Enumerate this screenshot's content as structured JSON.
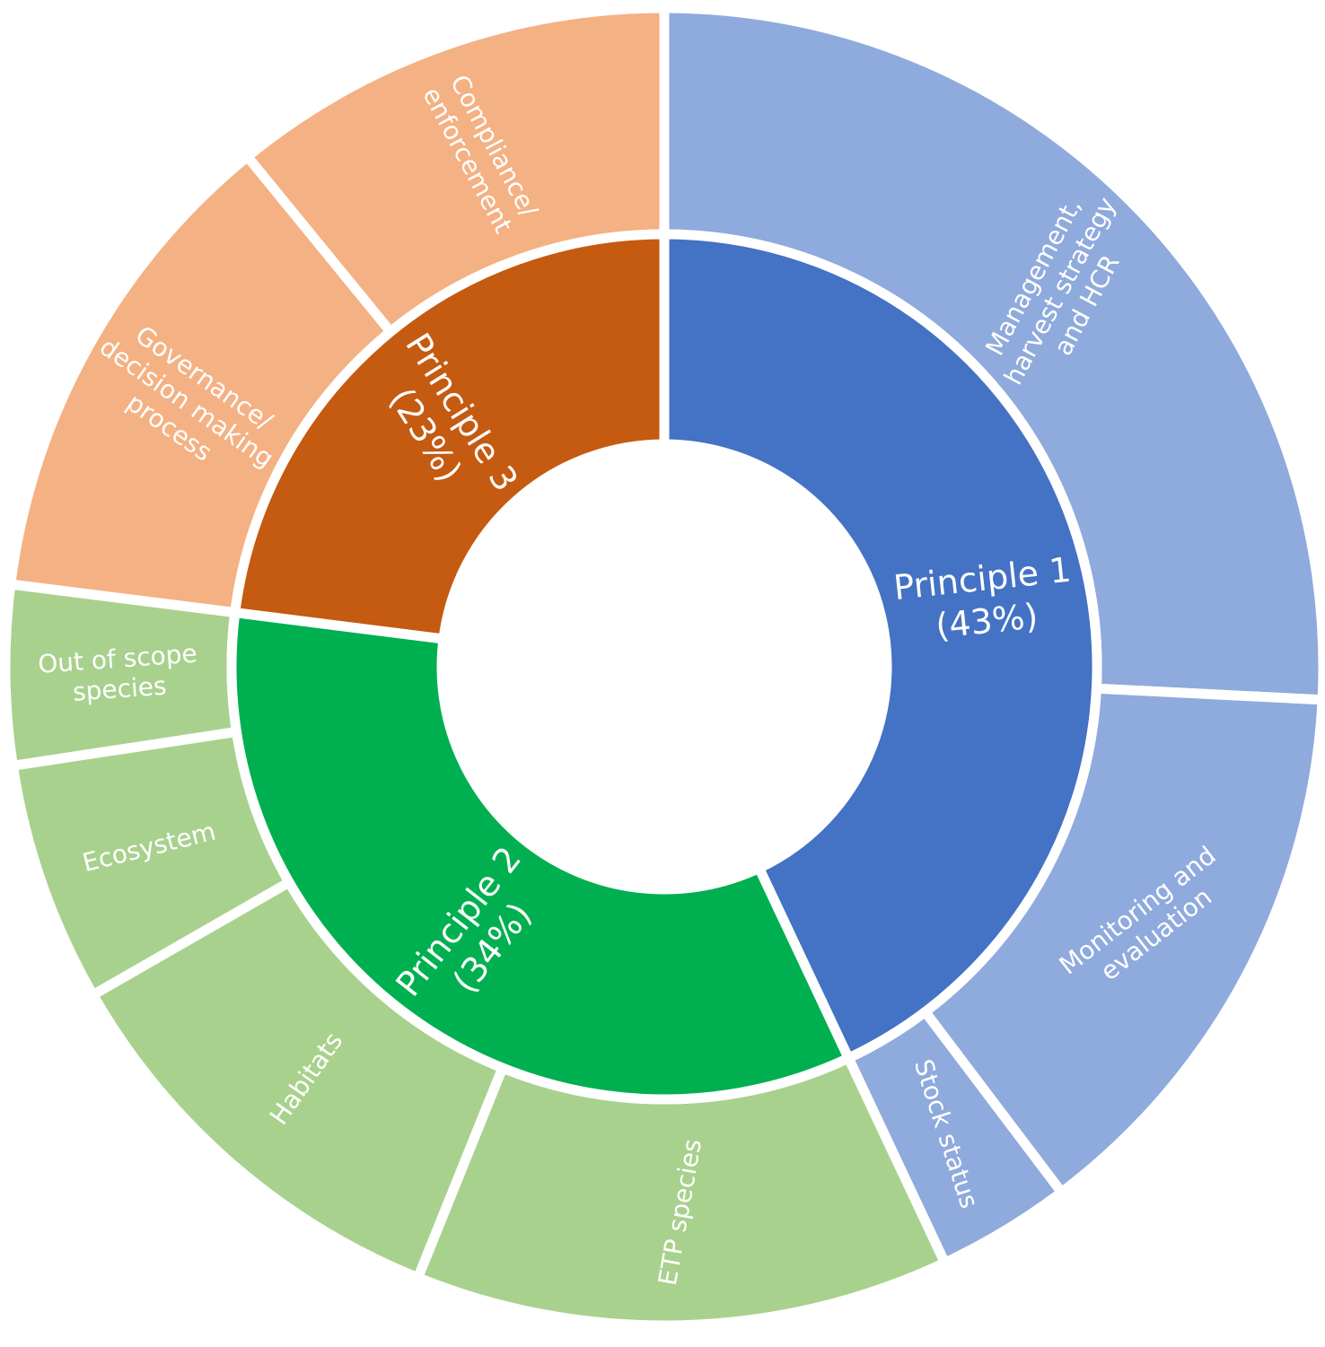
{
  "chart_data": {
    "type": "sunburst",
    "title": "",
    "colors": {
      "principle_1": "#4472c4",
      "principle_1_light": "#8faadc",
      "principle_2": "#00b050",
      "principle_2_light": "#a9d18e",
      "principle_3": "#c55a11",
      "principle_3_light": "#f4b183",
      "separator": "#ffffff"
    },
    "inner": [
      {
        "name": "Principle 1",
        "percent_label": "(43%)",
        "value": 43,
        "color_key": "principle_1"
      },
      {
        "name": "Principle 2",
        "percent_label": "(34%)",
        "value": 34,
        "color_key": "principle_2"
      },
      {
        "name": "Principle 3",
        "percent_label": "(23%)",
        "value": 23,
        "color_key": "principle_3"
      }
    ],
    "outer": [
      {
        "parent": "Principle 1",
        "lines": [
          "Management,",
          "harvest strategy",
          "and HCR"
        ],
        "value": 25.8,
        "color_key": "principle_1_light"
      },
      {
        "parent": "Principle 1",
        "lines": [
          "Monitoring and",
          "evaluation"
        ],
        "value": 13.9,
        "color_key": "principle_1_light"
      },
      {
        "parent": "Principle 1",
        "lines": [
          "Stock status"
        ],
        "value": 3.3,
        "color_key": "principle_1_light"
      },
      {
        "parent": "Principle 2",
        "lines": [
          "ETP species"
        ],
        "value": 13.1,
        "color_key": "principle_2_light"
      },
      {
        "parent": "Principle 2",
        "lines": [
          "Habitats"
        ],
        "value": 10.6,
        "color_key": "principle_2_light"
      },
      {
        "parent": "Principle 2",
        "lines": [
          "Ecosystem"
        ],
        "value": 5.9,
        "color_key": "principle_2_light"
      },
      {
        "parent": "Principle 2",
        "lines": [
          "Out of scope",
          "species"
        ],
        "value": 4.4,
        "color_key": "principle_2_light"
      },
      {
        "parent": "Principle 3",
        "lines": [
          "Governance/",
          "decision making",
          "process"
        ],
        "value": 12.1,
        "color_key": "principle_3_light"
      },
      {
        "parent": "Principle 3",
        "lines": [
          "Compliance/",
          "enforcement"
        ],
        "value": 10.9,
        "color_key": "principle_3_light"
      }
    ]
  }
}
